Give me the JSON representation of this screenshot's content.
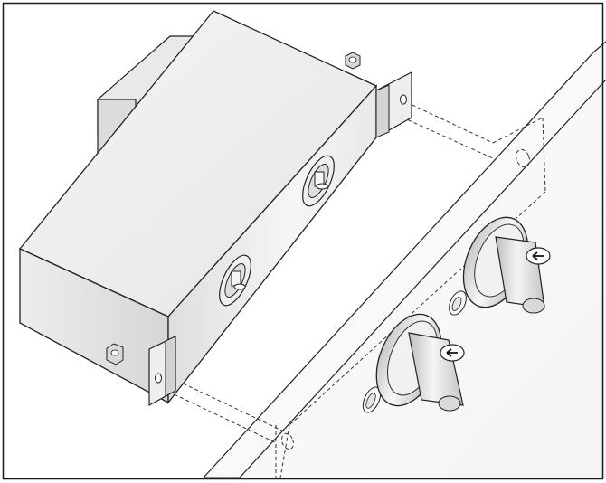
{
  "figure": {
    "kind": "technical-installation-illustration",
    "frame_color": "#1a1a1a",
    "line_color": "#222222",
    "hidden_line_style": "dashed",
    "components": [
      {
        "name": "appliance-body-housing"
      },
      {
        "name": "rear-housing-block"
      },
      {
        "name": "upper-mounting-bracket"
      },
      {
        "name": "lower-mounting-bracket"
      },
      {
        "name": "upper-hex-nut"
      },
      {
        "name": "lower-hex-nut"
      },
      {
        "name": "upper-knob-spindle"
      },
      {
        "name": "lower-knob-spindle"
      },
      {
        "name": "front-panel"
      },
      {
        "name": "upper-control-knob"
      },
      {
        "name": "lower-control-knob"
      }
    ]
  }
}
